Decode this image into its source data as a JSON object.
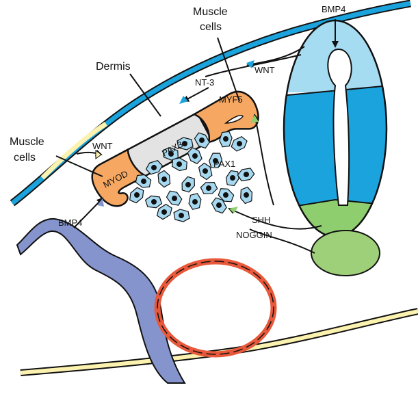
{
  "labels": {
    "muscle_cells_top_1": "Muscle",
    "muscle_cells_top_2": "cells",
    "dermis": "Dermis",
    "nt3": "NT-3",
    "wnt_right": "WNT",
    "myf5": "MYF5",
    "pax3": "PAX3",
    "wnt_left": "WNT",
    "muscle_cells_left_1": "Muscle",
    "muscle_cells_left_2": "cells",
    "myod": "MYOD",
    "pax1": "PAX1",
    "shh": "SHH",
    "noggin": "NOGGIN",
    "bmp4_top": "BMP4",
    "bmp4_left": "BMP4"
  },
  "colors": {
    "ectoderm_blue": "#1aa3dc",
    "ectoderm_yellow": "#fbf2b0",
    "neural_tube_dorsal": "#a6dcf2",
    "neural_tube_mid": "#1aa3dc",
    "floor_plate": "#8fce6e",
    "notochord": "#9ed07a",
    "muscle": "#f6a862",
    "dermomyotome": "#e3e3e3",
    "sclerotome_cells": "#a6d8f0",
    "mesoderm": "#8594cc",
    "aorta_ring": "#e8583a"
  }
}
